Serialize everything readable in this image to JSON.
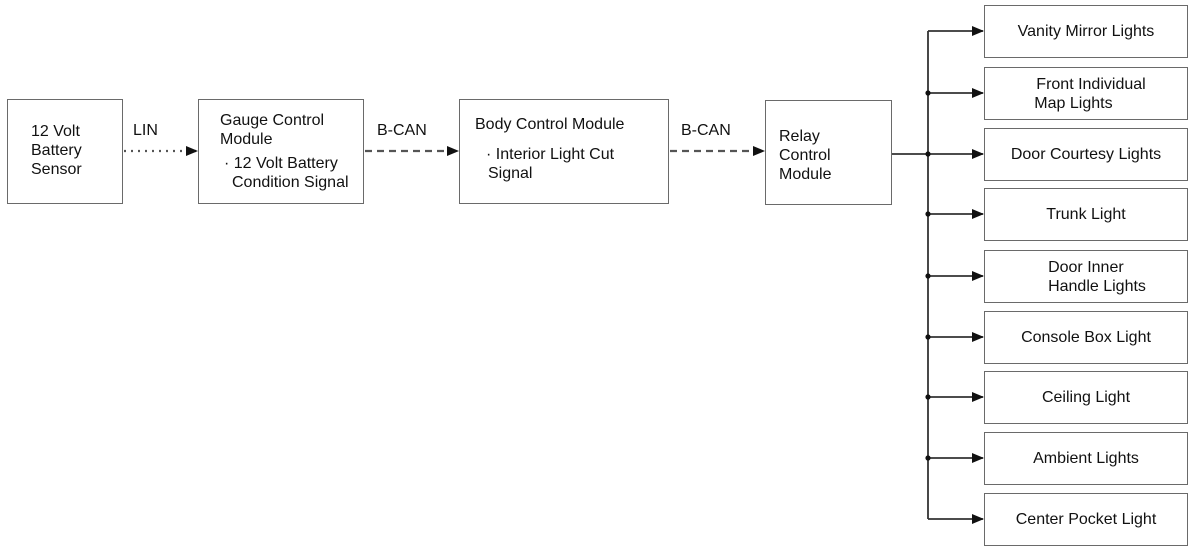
{
  "blocks": {
    "sensor": [
      "12 Volt",
      "Battery",
      "Sensor"
    ],
    "gauge": {
      "title": [
        "Gauge Control",
        "Module"
      ],
      "signal": [
        "· 12 Volt Battery",
        "Condition Signal"
      ]
    },
    "body": {
      "title": "Body Control Module",
      "signal": [
        "· Interior Light Cut",
        "Signal"
      ]
    },
    "relay": [
      "Relay",
      "Control",
      "Module"
    ]
  },
  "links": {
    "sensor_to_gauge": "LIN",
    "gauge_to_body": "B-CAN",
    "body_to_relay": "B-CAN"
  },
  "outputs": [
    {
      "lines": [
        "Vanity Mirror Lights"
      ]
    },
    {
      "lines": [
        "Front Individual",
        "Map Lights"
      ]
    },
    {
      "lines": [
        "Door Courtesy Lights"
      ]
    },
    {
      "lines": [
        "Trunk Light"
      ]
    },
    {
      "lines": [
        "Door Inner",
        "Handle Lights"
      ]
    },
    {
      "lines": [
        "Console Box Light"
      ]
    },
    {
      "lines": [
        "Ceiling Light"
      ]
    },
    {
      "lines": [
        "Ambient Lights"
      ]
    },
    {
      "lines": [
        "Center Pocket Light"
      ]
    }
  ]
}
